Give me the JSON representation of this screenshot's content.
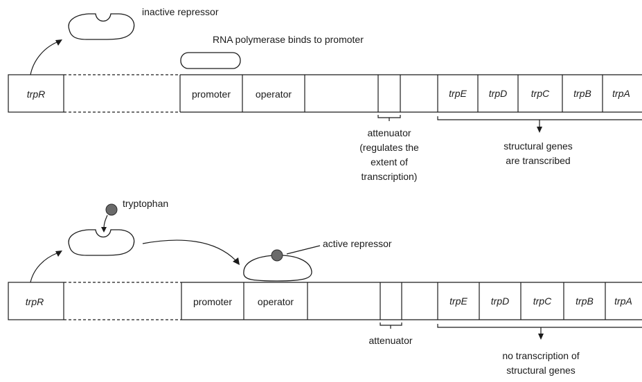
{
  "top_panel": {
    "inactive_repressor": "inactive repressor",
    "polymerase_label": "RNA polymerase binds to promoter",
    "attenuator_lines": [
      "attenuator",
      "(regulates the",
      "extent of",
      "transcription)"
    ],
    "structural_lines": [
      "structural genes",
      "are transcribed"
    ]
  },
  "bottom_panel": {
    "tryptophan": "tryptophan",
    "active_repressor": "active repressor",
    "attenuator": "attenuator",
    "no_transcription_lines": [
      "no transcription of",
      "structural genes"
    ]
  },
  "segments": {
    "regulator": "trpR",
    "promoter": "promoter",
    "operator": "operator",
    "genes": [
      "trpE",
      "trpD",
      "trpC",
      "trpB",
      "trpA"
    ]
  },
  "colors": {
    "line": "#1a1a1a",
    "tryptophan_dot": "#6a6a6a"
  }
}
